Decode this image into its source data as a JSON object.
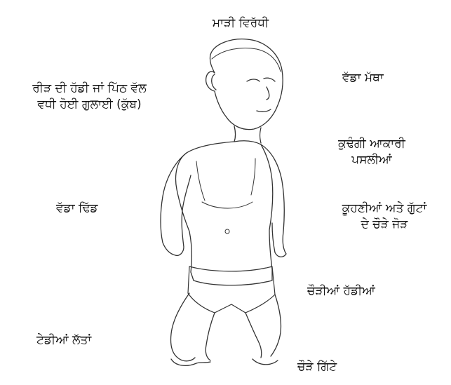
{
  "labels": {
    "poor_growth": "ਮਾੜੀ ਵਿਰੱਧੀ",
    "big_forehead": "ਵੱਡਾ ਮੱਥਾ",
    "spine_curve_line1": "ਰੀੜ ਦੀ ਹੱਡੀ ਜਾਂ ਪਿੱਠ ਵੱਲ",
    "spine_curve_line2": "ਵਧੀ ਹੋਈ ਗੁਲਾਈ (ਕੁੱਬ)",
    "ribs_line1": "ਕੁਢੰਗੀ ਆਕਾਰੀ",
    "ribs_line2": "ਪਸਲੀਆਂ",
    "big_belly": "ਵੱਡਾ ਢਿੱਡ",
    "joints_line1": "ਕੂਹਣੀਆਂ ਅਤੇ ਗੁੱਟਾਂ",
    "joints_line2": "ਦੇ ਚੌੜੇ ਜੋੜ",
    "wide_bones": "ਚੌੜੀਆਂ ਹੱਡੀਆਂ",
    "bent_legs": "ਟੇਡੀਆਂ ਲੱਤਾਂ",
    "wide_ankles": "ਚੌੜੇ ਗਿੱਟੇ"
  },
  "figure": {
    "subject": "child-with-rickets",
    "stroke_color": "#333333"
  }
}
